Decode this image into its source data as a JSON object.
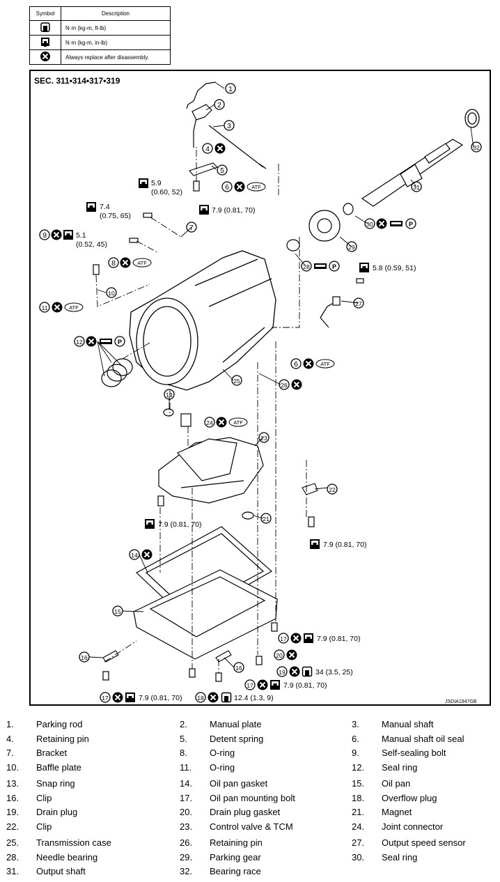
{
  "legend": {
    "header_symbol": "Symbol",
    "header_description": "Description",
    "rows": [
      {
        "icon": "wrench-torque-icon",
        "description": "N·m (kg-m, ft-lb)"
      },
      {
        "icon": "wrench-torque-small-icon",
        "description": "N·m (kg-m, in-lb)"
      },
      {
        "icon": "replace-x-icon",
        "description": "Always replace after disassembly."
      }
    ]
  },
  "diagram": {
    "section": "SEC. 311•314•317•319",
    "ref_code": "JSDIA1947GB",
    "callouts": [
      "1",
      "2",
      "3",
      "4",
      "5",
      "6",
      "6",
      "7",
      "8",
      "9",
      "10",
      "11",
      "12",
      "13",
      "14",
      "15",
      "16",
      "16",
      "17",
      "17",
      "17",
      "18",
      "19",
      "20",
      "21",
      "22",
      "23",
      "24",
      "25",
      "26",
      "27",
      "28",
      "29",
      "30",
      "31",
      "32"
    ],
    "tag_atf": "ATF",
    "tag_p": "P",
    "torques": {
      "t_59": "5.9",
      "t_59b": "(0.60, 52)",
      "t_74": "7.4",
      "t_74b": "(0.75, 65)",
      "t_51": "5.1",
      "t_51b": "(0.52, 45)",
      "t_79_a": "7.9 (0.81, 70)",
      "t_58": "5.8 (0.59, 51)",
      "t_79_b": "7.9 (0.81, 70)",
      "t_79_c": "7.9 (0.81, 70)",
      "t_79_d": "7.9 (0.81, 70)",
      "t_79_e": "7.9 (0.81, 70)",
      "t_79_f": "7.9 (0.81, 70)",
      "t_34": "34 (3.5, 25)",
      "t_124": "12.4 (1.3, 9)"
    }
  },
  "parts": [
    {
      "n": "1.",
      "name": "Parking rod"
    },
    {
      "n": "2.",
      "name": "Manual plate"
    },
    {
      "n": "3.",
      "name": "Manual shaft"
    },
    {
      "n": "4.",
      "name": "Retaining pin"
    },
    {
      "n": "5.",
      "name": "Detent spring"
    },
    {
      "n": "6.",
      "name": "Manual shaft oil seal"
    },
    {
      "n": "7.",
      "name": "Bracket"
    },
    {
      "n": "8.",
      "name": "O-ring"
    },
    {
      "n": "9.",
      "name": "Self-sealing bolt"
    },
    {
      "n": "10.",
      "name": "Baffle plate"
    },
    {
      "n": "11.",
      "name": "O-ring"
    },
    {
      "n": "12.",
      "name": "Seal ring"
    },
    {
      "n": "13.",
      "name": "Snap ring"
    },
    {
      "n": "14.",
      "name": "Oil pan gasket"
    },
    {
      "n": "15.",
      "name": "Oil pan"
    },
    {
      "n": "16.",
      "name": "Clip"
    },
    {
      "n": "17.",
      "name": "Oil pan mounting bolt"
    },
    {
      "n": "18.",
      "name": "Overflow plug"
    },
    {
      "n": "19.",
      "name": "Drain plug"
    },
    {
      "n": "20.",
      "name": "Drain plug gasket"
    },
    {
      "n": "21.",
      "name": "Magnet"
    },
    {
      "n": "22.",
      "name": "Clip"
    },
    {
      "n": "23.",
      "name": "Control valve & TCM"
    },
    {
      "n": "24.",
      "name": "Joint connector"
    },
    {
      "n": "25.",
      "name": "Transmission case"
    },
    {
      "n": "26.",
      "name": "Retaining pin"
    },
    {
      "n": "27.",
      "name": "Output speed sensor"
    },
    {
      "n": "28.",
      "name": "Needle bearing"
    },
    {
      "n": "29.",
      "name": "Parking gear"
    },
    {
      "n": "30.",
      "name": "Seal ring"
    },
    {
      "n": "31.",
      "name": "Output shaft"
    },
    {
      "n": "32.",
      "name": "Bearing race"
    }
  ]
}
